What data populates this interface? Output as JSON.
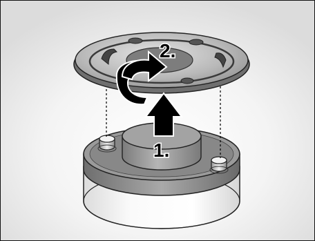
{
  "diagram": {
    "steps": [
      {
        "label": "1.",
        "action": "lift-off"
      },
      {
        "label": "2.",
        "action": "rotate"
      }
    ],
    "colors": {
      "background": "#ececec",
      "frame": "#111111",
      "metal": "#b9b9b9",
      "dark_metal": "#7a7a7a",
      "housing": "#f2f2f2",
      "arrow": "#000000"
    }
  }
}
